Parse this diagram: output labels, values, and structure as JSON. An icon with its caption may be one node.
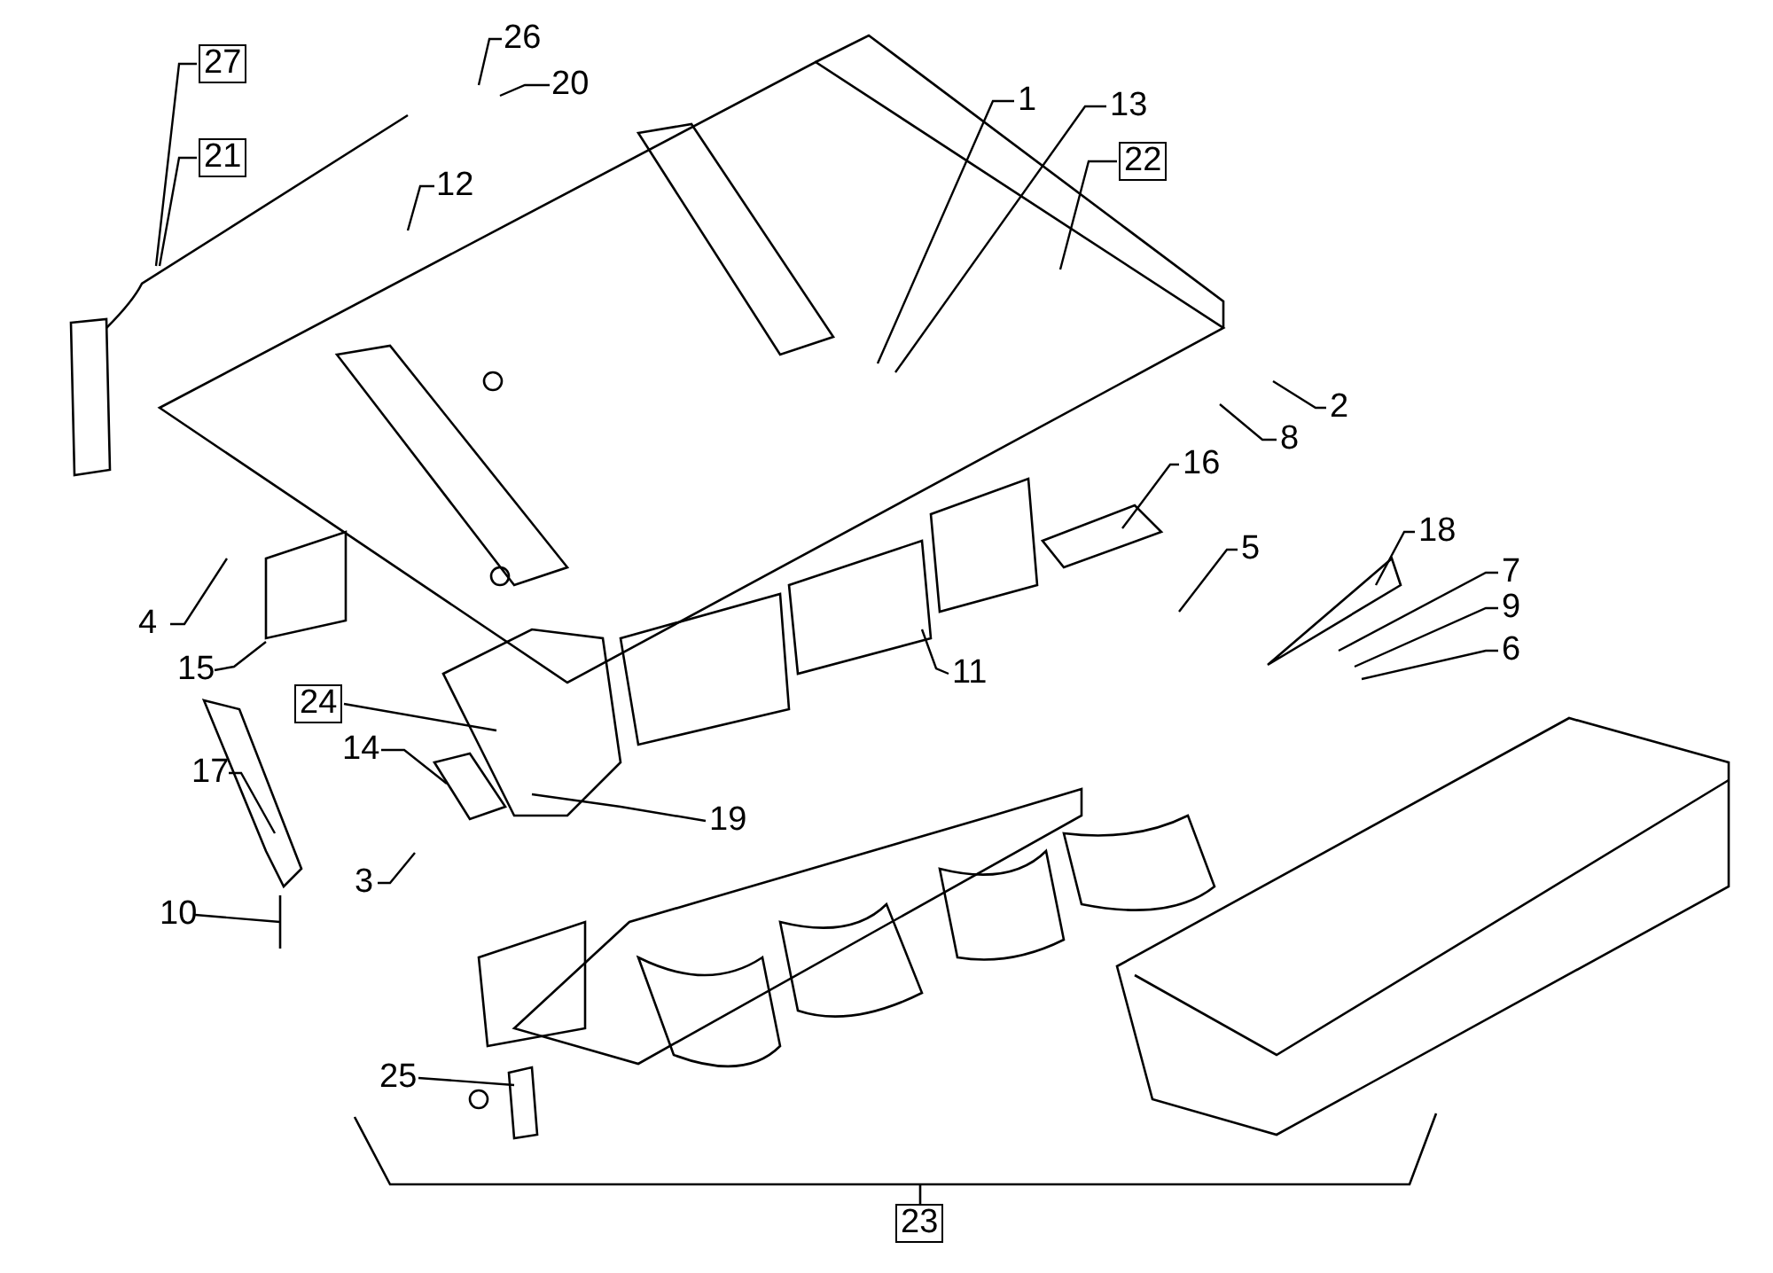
{
  "diagram": {
    "nodes": [
      {
        "text": [
          "27"
        ]
      },
      {
        "text": [
          "26"
        ]
      },
      {
        "text": [
          "20"
        ]
      },
      {
        "text": [
          "21"
        ]
      },
      {
        "text": [
          "12"
        ]
      },
      {
        "text": [
          "1"
        ]
      },
      {
        "text": [
          "13"
        ]
      },
      {
        "text": [
          "22"
        ]
      },
      {
        "text": [
          "2"
        ]
      },
      {
        "text": [
          "8"
        ]
      },
      {
        "text": [
          "16"
        ]
      },
      {
        "text": [
          "4"
        ]
      },
      {
        "text": [
          "5"
        ]
      },
      {
        "text": [
          "18"
        ]
      },
      {
        "text": [
          "7"
        ]
      },
      {
        "text": [
          "9"
        ]
      },
      {
        "text": [
          "15"
        ]
      },
      {
        "text": [
          "11"
        ]
      },
      {
        "text": [
          "6"
        ]
      },
      {
        "text": [
          "24"
        ]
      },
      {
        "text": [
          "14"
        ]
      },
      {
        "text": [
          "17"
        ]
      },
      {
        "text": [
          "19"
        ]
      },
      {
        "text": [
          "3"
        ]
      },
      {
        "text": [
          "10"
        ]
      },
      {
        "text": [
          "25"
        ]
      },
      {
        "text": [
          "23"
        ]
      }
    ],
    "edges": [
      {
        "from": 0,
        "to": null,
        "arrow": "none"
      },
      {
        "from": 1,
        "to": null,
        "arrow": "none"
      },
      {
        "from": 2,
        "to": null,
        "arrow": "none"
      },
      {
        "from": 3,
        "to": null,
        "arrow": "none"
      },
      {
        "from": 4,
        "to": null,
        "arrow": "none"
      },
      {
        "from": 5,
        "to": null,
        "arrow": "none"
      },
      {
        "from": 6,
        "to": null,
        "arrow": "none"
      },
      {
        "from": 7,
        "to": null,
        "arrow": "none"
      },
      {
        "from": 8,
        "to": null,
        "arrow": "none"
      },
      {
        "from": 9,
        "to": null,
        "arrow": "none"
      },
      {
        "from": 10,
        "to": null,
        "arrow": "none"
      },
      {
        "from": 11,
        "to": null,
        "arrow": "none"
      },
      {
        "from": 12,
        "to": null,
        "arrow": "none"
      },
      {
        "from": 13,
        "to": null,
        "arrow": "none"
      },
      {
        "from": 14,
        "to": null,
        "arrow": "none"
      },
      {
        "from": 15,
        "to": null,
        "arrow": "none"
      },
      {
        "from": 16,
        "to": null,
        "arrow": "none"
      },
      {
        "from": 17,
        "to": null,
        "arrow": "none"
      },
      {
        "from": 18,
        "to": null,
        "arrow": "none"
      },
      {
        "from": 19,
        "to": null,
        "arrow": "none"
      },
      {
        "from": 20,
        "to": null,
        "arrow": "none"
      },
      {
        "from": 21,
        "to": null,
        "arrow": "none"
      },
      {
        "from": 22,
        "to": null,
        "arrow": "none"
      },
      {
        "from": 23,
        "to": null,
        "arrow": "none"
      },
      {
        "from": 24,
        "to": null,
        "arrow": "none"
      },
      {
        "from": 25,
        "to": null,
        "arrow": "none"
      }
    ]
  }
}
